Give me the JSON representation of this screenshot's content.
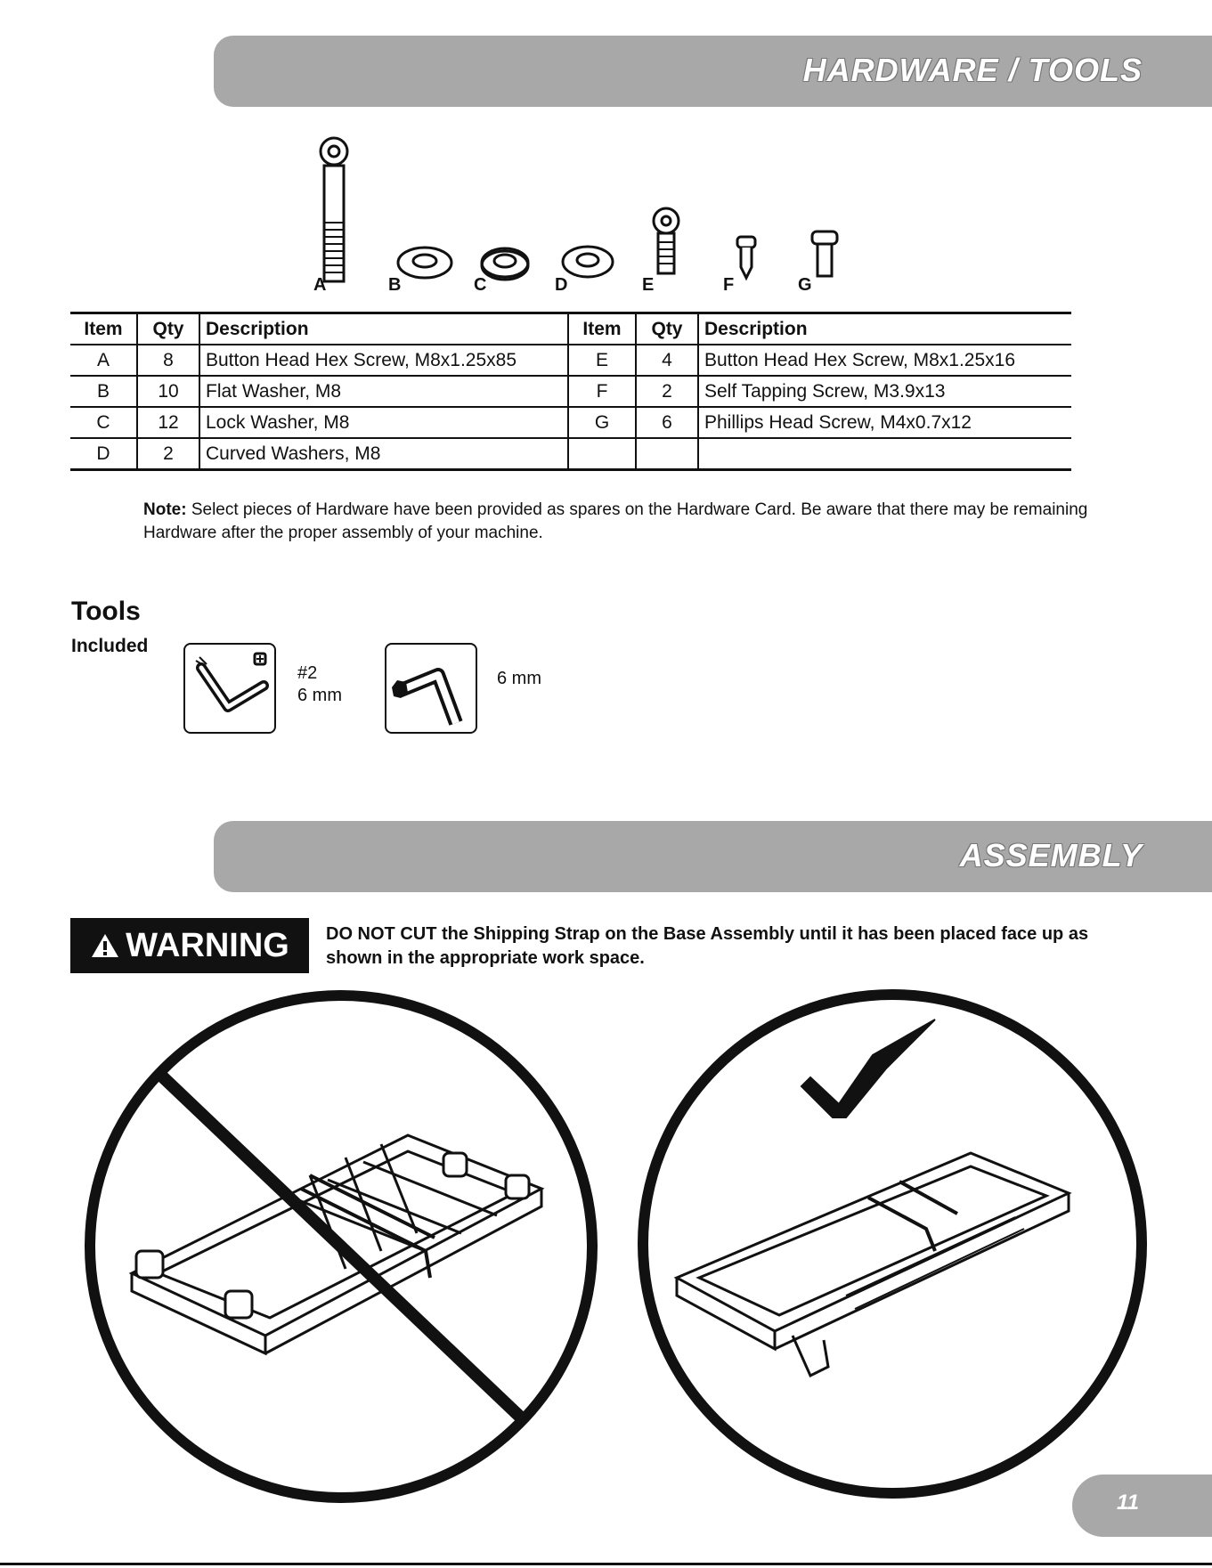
{
  "headers": {
    "hardware_tools": "HARDWARE / TOOLS",
    "assembly": "ASSEMBLY"
  },
  "hardware_labels": [
    "A",
    "B",
    "C",
    "D",
    "E",
    "F",
    "G"
  ],
  "table": {
    "columns": [
      "Item",
      "Qty",
      "Description",
      "Item",
      "Qty",
      "Description"
    ],
    "rows": [
      [
        "A",
        "8",
        "Button Head Hex Screw, M8x1.25x85",
        "E",
        "4",
        "Button Head Hex Screw, M8x1.25x16"
      ],
      [
        "B",
        "10",
        "Flat Washer, M8",
        "F",
        "2",
        "Self Tapping Screw, M3.9x13"
      ],
      [
        "C",
        "12",
        "Lock Washer, M8",
        "G",
        "6",
        "Phillips Head Screw, M4x0.7x12"
      ],
      [
        "D",
        "2",
        "Curved Washers, M8",
        "",
        "",
        ""
      ]
    ]
  },
  "note": {
    "label": "Note:",
    "text": " Select pieces of Hardware have been provided as spares on the Hardware Card. Be aware that there may be remaining Hardware after the proper assembly of your machine."
  },
  "tools": {
    "title": "Tools",
    "subtitle": "Included",
    "tool1_line1": "#2",
    "tool1_line2": "6 mm",
    "tool2_label": "6 mm"
  },
  "warning": {
    "badge": "WARNING",
    "text": "DO NOT CUT the Shipping Strap on the Base Assembly until it has been placed face up as shown in the appropriate work space."
  },
  "page_number": "11"
}
